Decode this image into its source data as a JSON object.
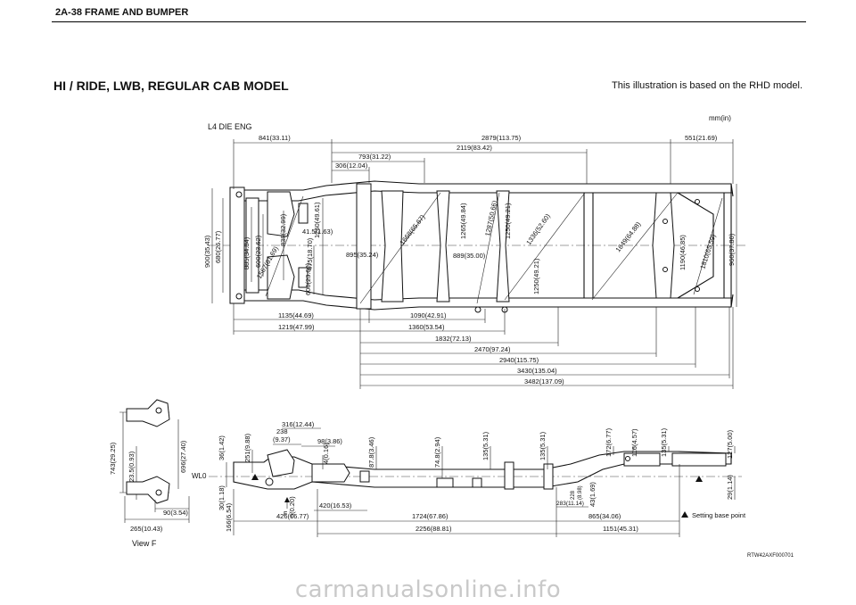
{
  "header": {
    "section": "2A-38  FRAME AND BUMPER",
    "title": "HI / RIDE, LWB, REGULAR CAB MODEL",
    "note": "This illustration is based on the RHD model."
  },
  "top_view": {
    "unit": "mm(in)",
    "engine": "L4 DIE ENG",
    "dims": {
      "d841": "841(33.11)",
      "d2879": "2879(113.75)",
      "d551": "551(21.69)",
      "d2119": "2119(83.42)",
      "d793": "793(31.22)",
      "d306": "306(12.04)",
      "d900": "900(35.43)",
      "d680": "680(26.77)",
      "d885": "885(34.84)",
      "d600a": "600(23.62)",
      "d838": "838(32.99)",
      "d1260": "1260(49.61)",
      "d41_5": "41.5(1.63)",
      "d1567": "1567(61.69)",
      "d475": "475(18.70)",
      "d600b": "600(23.62)",
      "d895": "895(35.24)",
      "d1668": "1668(65.67)",
      "d1265": "1265(49.84)",
      "d889": "889(35.00)",
      "d1287": "1287(50.66)",
      "d1250a": "1250(49.21)",
      "d1336": "1336(52.60)",
      "d1250b": "1250(49.21)",
      "d1649": "1649(64.88)",
      "d1190": "1190(46.85)",
      "d1810": "1810(65.59)",
      "d960": "960(37.80)",
      "d1135": "1135(44.69)",
      "d1090": "1090(42.91)",
      "d1219": "1219(47.99)",
      "d1360": "1360(53.54)",
      "d1832": "1832(72.13)",
      "d2470": "2470(97.24)",
      "d2940": "2940(115.75)",
      "d3430": "3430(135.04)",
      "d3482": "3482(137.09)"
    }
  },
  "view_f": {
    "label": "View F",
    "dims": {
      "d743": "743(29.25)",
      "d23_5": "23.5(0.93)",
      "d696": "696(27.40)",
      "d90": "90(3.54)",
      "d265": "265(10.43)"
    }
  },
  "side_view": {
    "wl": "WL0",
    "f_marker": "F",
    "legend": "Setting base point",
    "ref": "RTW42AXF000701",
    "dims": {
      "d316": "316(12.44)",
      "d238a": "238",
      "d238b": "(9.37)",
      "d98": "98(3.86)",
      "d36": "36(1.42)",
      "d251": "251(9.88)",
      "d4": "4(0.16)",
      "d87_8": "87.8(3.46)",
      "d74_8": "74.8(2.94)",
      "d135a": "135(5.31)",
      "d135b": "135(5.31)",
      "d172": "172(6.77)",
      "d116": "116(4.57)",
      "d135c": "135(5.31)",
      "d127": "127(5.00)",
      "d30": "30(1.18)",
      "d166": "166(6.54)",
      "d5": "5(0.20)",
      "d420": "420(16.53)",
      "d426": "426(16.77)",
      "d1724": "1724(67.86)",
      "d2256": "2256(88.81)",
      "d228a": "228",
      "d228b": "(8.98)",
      "d283": "283(11.14)",
      "d43": "43(1.69)",
      "d865": "865(34.06)",
      "d1151": "1151(45.31)",
      "d29": "29(1.14)"
    }
  },
  "watermark": "carmanualsonline.info"
}
